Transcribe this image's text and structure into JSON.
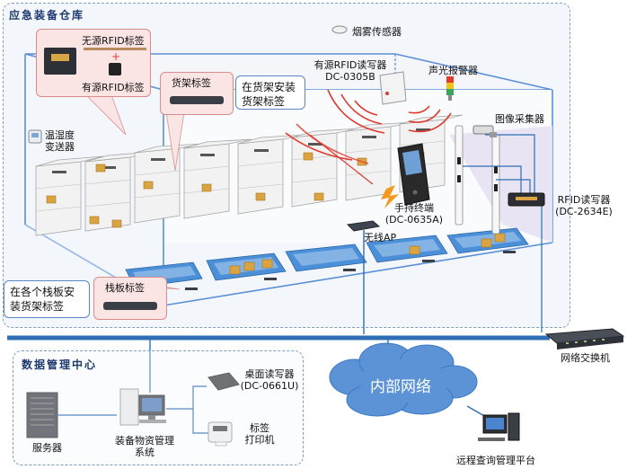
{
  "warehouse": {
    "title": "应急装备仓库",
    "labels": {
      "smoke_sensor": "烟雾传感器",
      "active_rfid_reader_name": "有源RFID读写器",
      "active_rfid_reader_model": "DC-0305B",
      "sound_light_alarm": "声光报警器",
      "temp_humidity_line1": "温湿度",
      "temp_humidity_line2": "变送器",
      "image_collector": "图像采集器",
      "rfid_reader_name": "RFID读写器",
      "rfid_reader_model": "(DC-2634E)",
      "handheld_name": "手持终端",
      "handheld_model": "(DC-0635A)",
      "wireless_ap": "无线AP"
    },
    "callouts": {
      "passive_rfid_tag": "无源RFID标签",
      "active_rfid_tag": "有源RFID标签",
      "shelf_tag": "货架标签",
      "install_on_shelf_line1": "在货架安装",
      "install_on_shelf_line2": "货架标签",
      "pallet_tag": "栈板标签",
      "install_on_pallet_line1": "在各个栈板安",
      "install_on_pallet_line2": "装货架标签"
    }
  },
  "network": {
    "switch_label": "网络交换机",
    "cloud_label": "内部网络",
    "remote_platform": "远程查询管理平台"
  },
  "data_center": {
    "title": "数据管理中心",
    "server": "服务器",
    "system_line1": "装备物资管理",
    "system_line2": "系统",
    "desktop_reader_name": "桌面读写器",
    "desktop_reader_model": "(DC-0661U)",
    "printer_line1": "标签",
    "printer_line2": "打印机"
  },
  "colors": {
    "frame_blue": "#5b8fd6",
    "network_line": "#2f6db5",
    "callout_pink": "#fbe4e4",
    "pallet_blue": "#4a8fd8",
    "rfid_wave_red": "#e03a2f"
  }
}
